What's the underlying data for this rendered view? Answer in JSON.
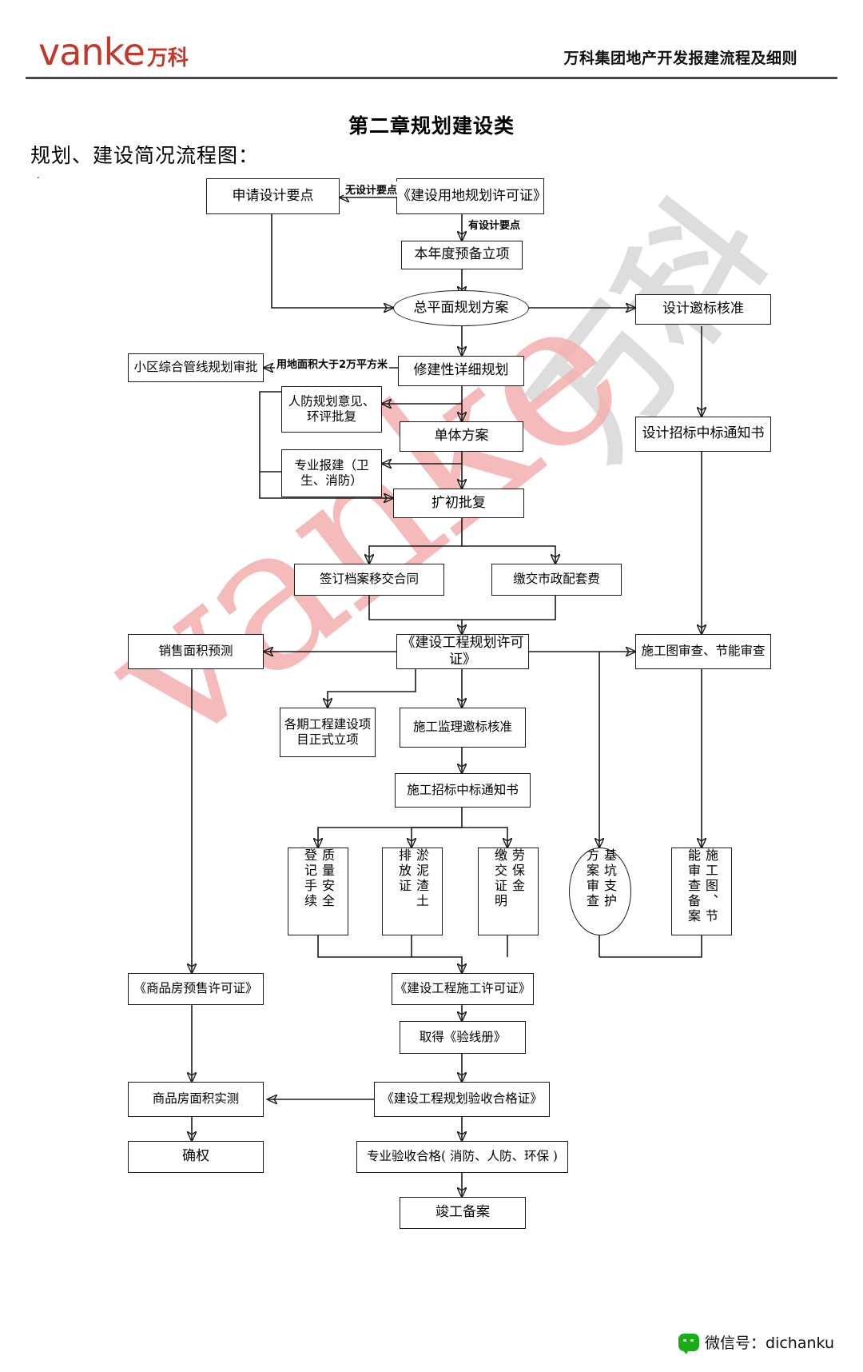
{
  "header": {
    "logo_latin": "vanke",
    "logo_cn": "万科",
    "title": "万科集团地产开发报建流程及细则"
  },
  "document": {
    "chapter_title": "第二章规划建设类",
    "subtitle": "规划、建设简况流程图：",
    "stray_dot": "."
  },
  "watermarks": {
    "gray": "万科",
    "pink": "vanke"
  },
  "footer": {
    "icon": "wechat-icon",
    "text": "微信号：dichanku"
  },
  "flow": {
    "nodes": [
      {
        "id": "n1",
        "label": "申请设计要点"
      },
      {
        "id": "n2",
        "label": "《建设用地规划许可证》"
      },
      {
        "id": "n3",
        "label": "本年度预备立项"
      },
      {
        "id": "n4",
        "label": "总平面规划方案"
      },
      {
        "id": "n5",
        "label": "设计邀标核准"
      },
      {
        "id": "n6",
        "label": "小区综合管线规划审批"
      },
      {
        "id": "n7",
        "label": "修建性详细规划"
      },
      {
        "id": "n8",
        "label": "人防规划意见、环评批复"
      },
      {
        "id": "n9",
        "label": "单体方案"
      },
      {
        "id": "n10",
        "label": "设计招标中标通知书"
      },
      {
        "id": "n11",
        "label": "专业报建（卫生、消防）"
      },
      {
        "id": "n12",
        "label": "扩初批复"
      },
      {
        "id": "n13",
        "label": "签订档案移交合同"
      },
      {
        "id": "n14",
        "label": "缴交市政配套费"
      },
      {
        "id": "n15",
        "label": "销售面积预测"
      },
      {
        "id": "n16",
        "label": "《建设工程规划许可证》"
      },
      {
        "id": "n17",
        "label": "施工图审查、节能审查"
      },
      {
        "id": "n18",
        "label": "各期工程建设项目正式立项"
      },
      {
        "id": "n19",
        "label": "施工监理邀标核准"
      },
      {
        "id": "n20",
        "label": "施工招标中标通知书"
      },
      {
        "id": "n21",
        "label": "质量安全 登记手续"
      },
      {
        "id": "n22",
        "label": "淤泥渣土 排放证"
      },
      {
        "id": "n23",
        "label": "劳保金 缴交证明"
      },
      {
        "id": "n24",
        "label": "基坑支护 方案审查"
      },
      {
        "id": "n25",
        "label": "施工图、节 能审查备案"
      },
      {
        "id": "n26",
        "label": "《商品房预售许可证》"
      },
      {
        "id": "n27",
        "label": "《建设工程施工许可证》"
      },
      {
        "id": "n28",
        "label": "取得《验线册》"
      },
      {
        "id": "n29",
        "label": "商品房面积实测"
      },
      {
        "id": "n30",
        "label": "《建设工程规划验收合格证》"
      },
      {
        "id": "n31",
        "label": "确权"
      },
      {
        "id": "n32",
        "label": "专业验收合格( 消防、人防、环保 )"
      },
      {
        "id": "n33",
        "label": "竣工备案"
      }
    ],
    "vertical_nodes": {
      "n21": [
        "质",
        "量",
        "安",
        "全"
      ],
      "n21b": [
        "登",
        "记",
        "手",
        "续"
      ],
      "n22": [
        "淤",
        "泥",
        "渣",
        "土"
      ],
      "n22b": [
        "排",
        "放",
        "证"
      ],
      "n23": [
        "劳",
        "保",
        "金"
      ],
      "n23b": [
        "缴",
        "交",
        "证",
        "明"
      ],
      "n24": [
        "基",
        "坑",
        "支",
        "护"
      ],
      "n24b": [
        "方",
        "案",
        "审",
        "查"
      ],
      "n25": [
        "施",
        "工",
        "图",
        "、",
        "节"
      ],
      "n25b": [
        "能",
        "审",
        "查",
        "备",
        "案"
      ]
    },
    "edge_labels": [
      {
        "id": "e1",
        "text": "无设计要点"
      },
      {
        "id": "e2",
        "text": "有设计要点"
      },
      {
        "id": "e3",
        "text": "用地面积大于2万平方米"
      }
    ]
  }
}
